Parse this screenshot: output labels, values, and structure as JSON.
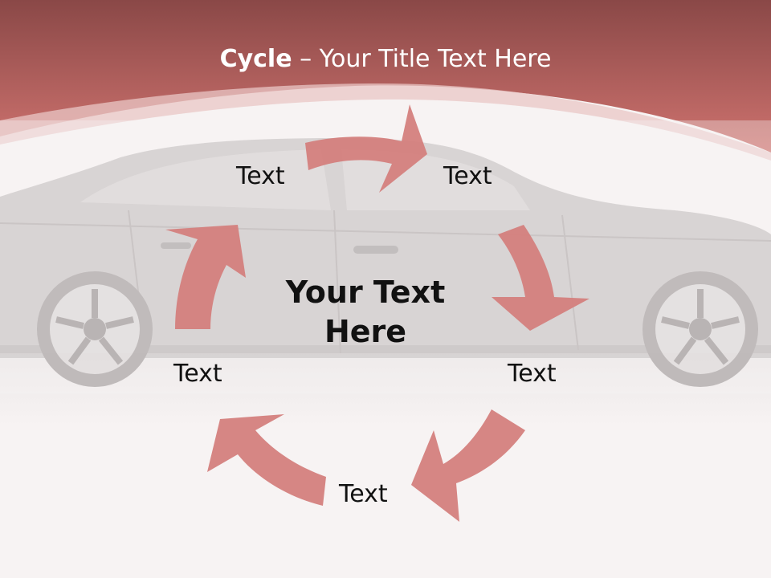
{
  "slide": {
    "title_bold": "Cycle",
    "title_rest": "– Your Title Text Here",
    "center_line1": "Your Text",
    "center_line2": "Here",
    "labels": [
      "Text",
      "Text",
      "Text",
      "Text",
      "Text"
    ]
  },
  "colors": {
    "header_top": "#8e4a49",
    "header_bottom": "#cc6e6a",
    "arrow": "#d4807d",
    "background": "#f7f3f3",
    "car": "#b9b4b4"
  },
  "icons": [
    "car-image",
    "cycle-arrow"
  ]
}
